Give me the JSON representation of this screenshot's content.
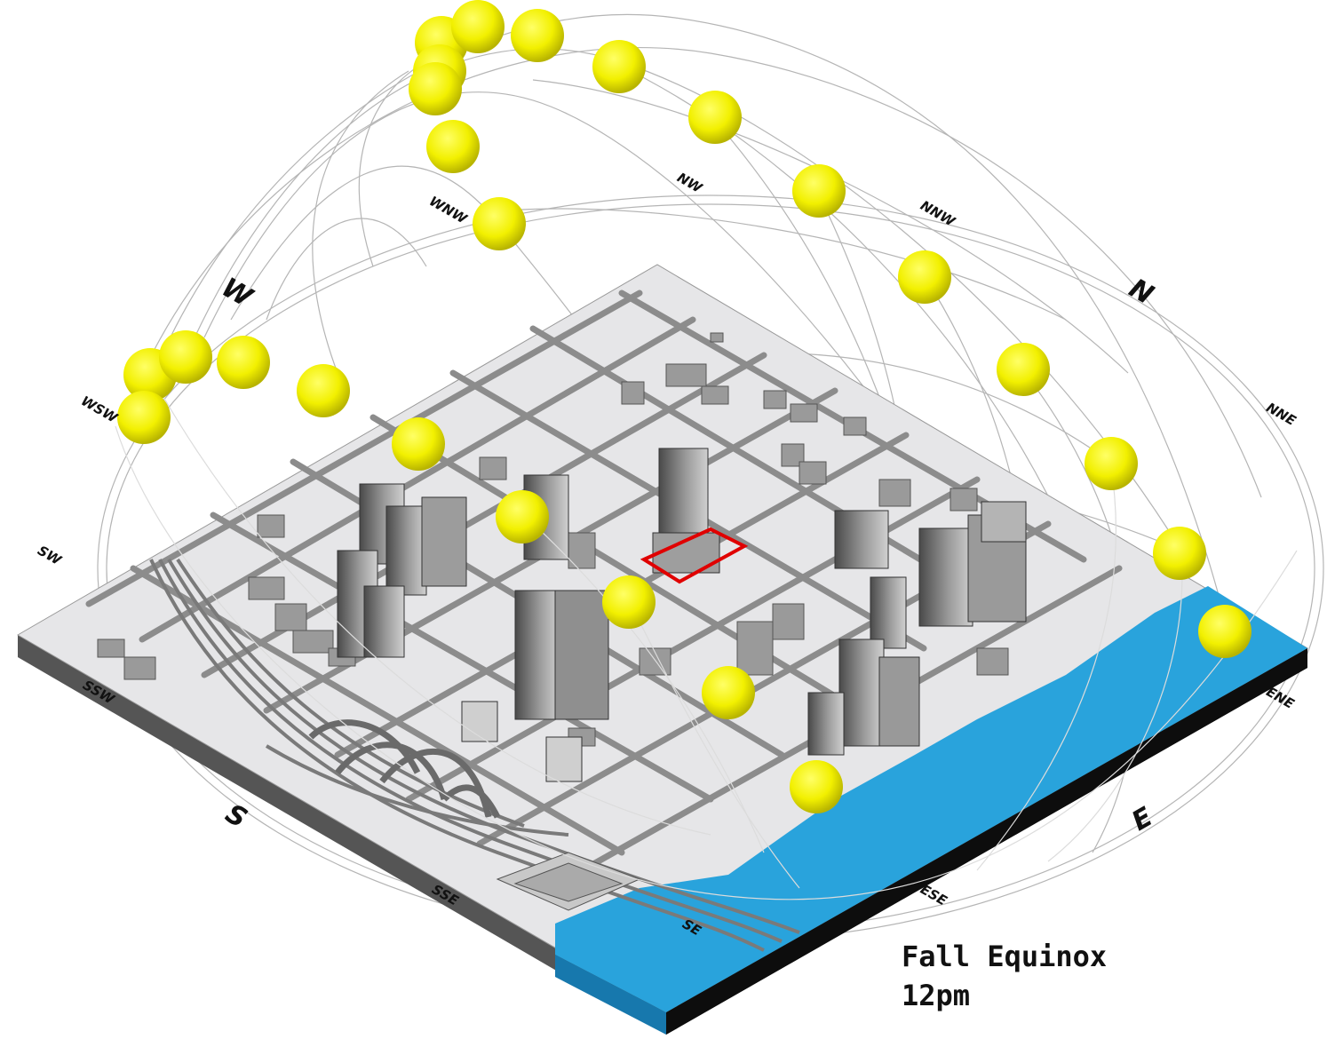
{
  "caption": {
    "season": "Fall Equinox",
    "time": "12pm"
  },
  "compass": {
    "N": "N",
    "NNE": "NNE",
    "ENE": "ENE",
    "E": "E",
    "ESE": "ESE",
    "SE": "SE",
    "SSE": "SSE",
    "S": "S",
    "SSW": "SSW",
    "SW": "SW",
    "WSW": "WSW",
    "W": "W",
    "WNW": "WNW",
    "NW": "NW",
    "NNW": "NNW"
  },
  "colors": {
    "sun": "#f2f000",
    "water": "#29a3dc",
    "ground": "#e6e6e8",
    "street": "#8c8c8c",
    "building": "#8a8a8a",
    "site_outline": "#e00000"
  }
}
